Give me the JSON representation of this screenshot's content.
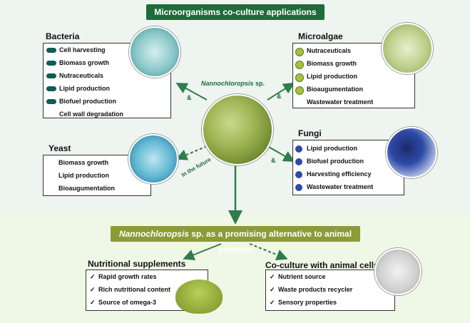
{
  "top_title": "Microorganisms co-culture applications",
  "center_label": {
    "name": "Nannochloropsis",
    "suffix": " sp."
  },
  "future_label": "In the future",
  "amp": "&",
  "bacteria": {
    "title": "Bacteria",
    "items": [
      "Cell harvesting",
      "Biomass growth",
      "Nutraceuticals",
      "Lipid production",
      "Biofuel production",
      "Cell wall degradation"
    ]
  },
  "microalgae": {
    "title": "Microalgae",
    "items": [
      "Nutraceuticals",
      "Biomass growth",
      "Lipid production",
      "Bioaugumentation",
      "Wastewater treatment"
    ]
  },
  "yeast": {
    "title": "Yeast",
    "items": [
      "Biomass growth",
      "Lipid production",
      "Bioaugumentation"
    ]
  },
  "fungi": {
    "title": "Fungi",
    "items": [
      "Lipid production",
      "Biofuel production",
      "Harvesting efficiency",
      "Wastewater treatment"
    ]
  },
  "mid_title": {
    "name": "Nannochloropsis",
    "rest": " sp. as a promising alternative to animal proteins"
  },
  "nutrition": {
    "title": "Nutritional supplements",
    "items": [
      "Rapid growth rates",
      "Rich nutritional content",
      "Source of omega-3"
    ]
  },
  "coculture": {
    "title": "Co-culture with animal cells",
    "question": "?",
    "items": [
      "Nutrient source",
      "Waste products recycler",
      "Sensory properties"
    ]
  },
  "checkmark": "✓",
  "colors": {
    "dark_green": "#1f6b3b",
    "olive": "#8c9a38",
    "teal": "#0d5c55"
  }
}
